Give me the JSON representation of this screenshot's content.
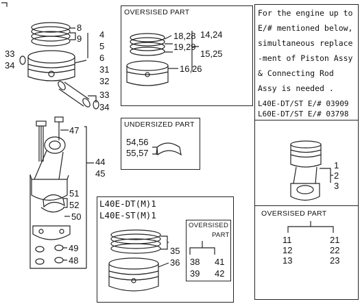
{
  "notice": {
    "lines": [
      "For the engine up to",
      "E/# mentioned below,",
      "simultaneous replace",
      "-ment of Piston Assy",
      "& Connecting Rod",
      "Assy is needed ."
    ],
    "models": [
      "L40E-DT/ST E/# 03909",
      "L60E-DT/ST E/# 03798"
    ]
  },
  "oversized_top": {
    "title": "OVERSISED PART",
    "left": [
      "18,28",
      "19,29"
    ],
    "right": [
      "14,24",
      "15,25",
      "16,26"
    ]
  },
  "undersized": {
    "title": "UNDERSIZED PART",
    "left": [
      "54,56",
      "55,57"
    ]
  },
  "main_parts": {
    "rings_a": "8",
    "rings_b": "9",
    "piston_a": "4",
    "piston_b": "5",
    "piston_c": "6",
    "clip_a": "33",
    "clip_b": "34",
    "pin_a": "31",
    "pin_b": "32",
    "clip2_a": "33",
    "clip2_b": "34",
    "bolt": "47",
    "rod_a": "44",
    "rod_b": "45",
    "bearing_a": "51",
    "bearing_b": "52",
    "cap": "50",
    "washer": "49",
    "nut": "48"
  },
  "lower_box": {
    "models": [
      "L40E-DT(M)1",
      "L40E-ST(M)1"
    ],
    "ring_labels": [
      "35",
      "36"
    ],
    "oversized_title": "OVERSISED",
    "oversized_title2": "PART",
    "oversized_left": [
      "38",
      "39"
    ],
    "oversized_right": [
      "41",
      "42"
    ]
  },
  "right_assembly": {
    "labels": [
      "1",
      "2",
      "3"
    ]
  },
  "right_oversized": {
    "title": "OVERSISED PART",
    "left": [
      "11",
      "12",
      "13"
    ],
    "right": [
      "21",
      "22",
      "23"
    ]
  }
}
